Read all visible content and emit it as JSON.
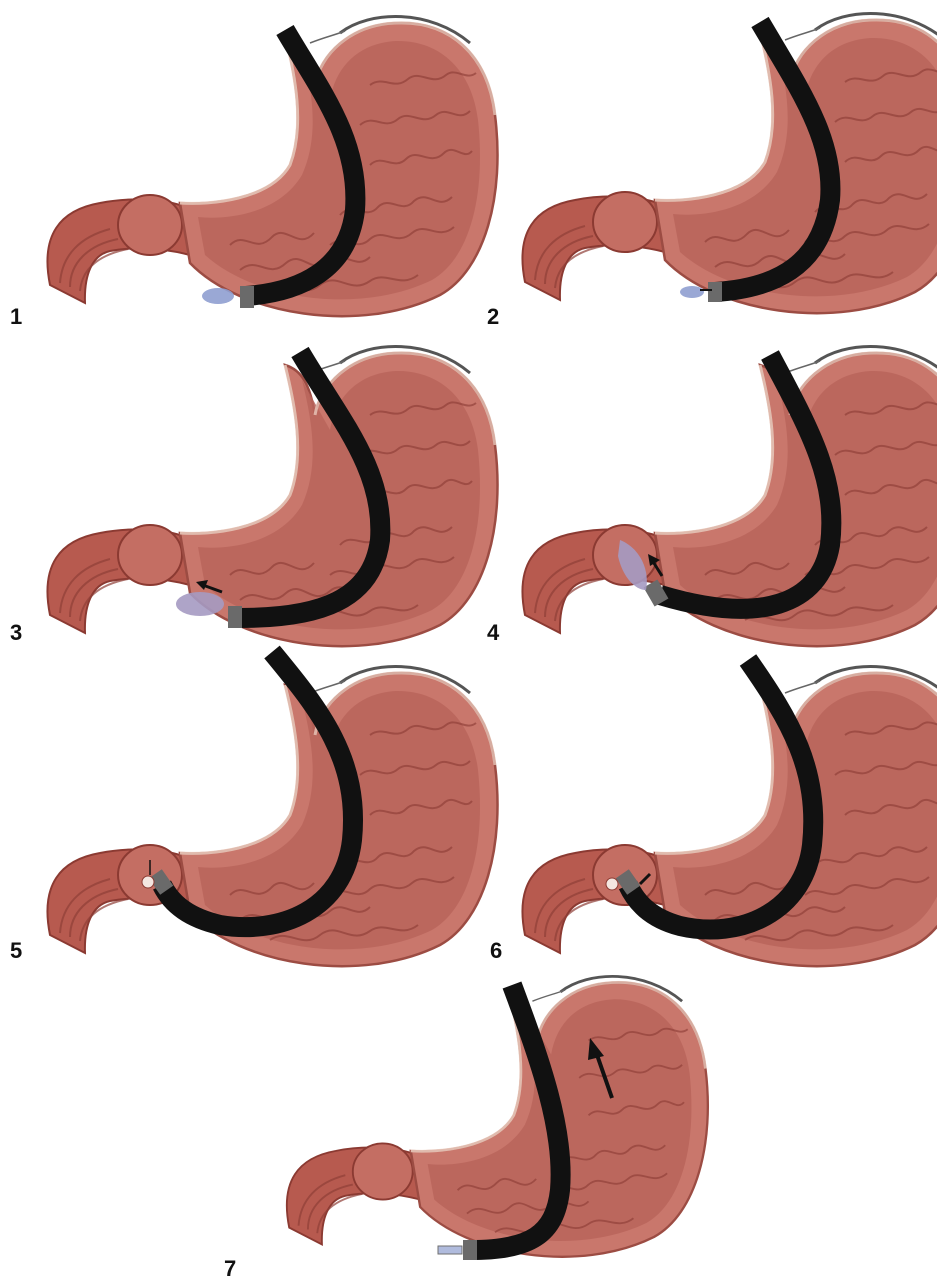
{
  "figure": {
    "panels": [
      {
        "number": "1"
      },
      {
        "number": "2"
      },
      {
        "number": "3"
      },
      {
        "number": "4"
      },
      {
        "number": "5"
      },
      {
        "number": "6"
      },
      {
        "number": "7"
      }
    ]
  },
  "colors": {
    "stomach_wall": "#c9776c",
    "stomach_inner": "#b9645b",
    "rugae": "#8f3f38",
    "rim": "#f1d7c9",
    "duodenum": "#b75a4f",
    "endoscope": "#111111",
    "scope_tip": "#6a6a6a",
    "lesion": "#8f9fd0",
    "nerve": "#555555"
  }
}
